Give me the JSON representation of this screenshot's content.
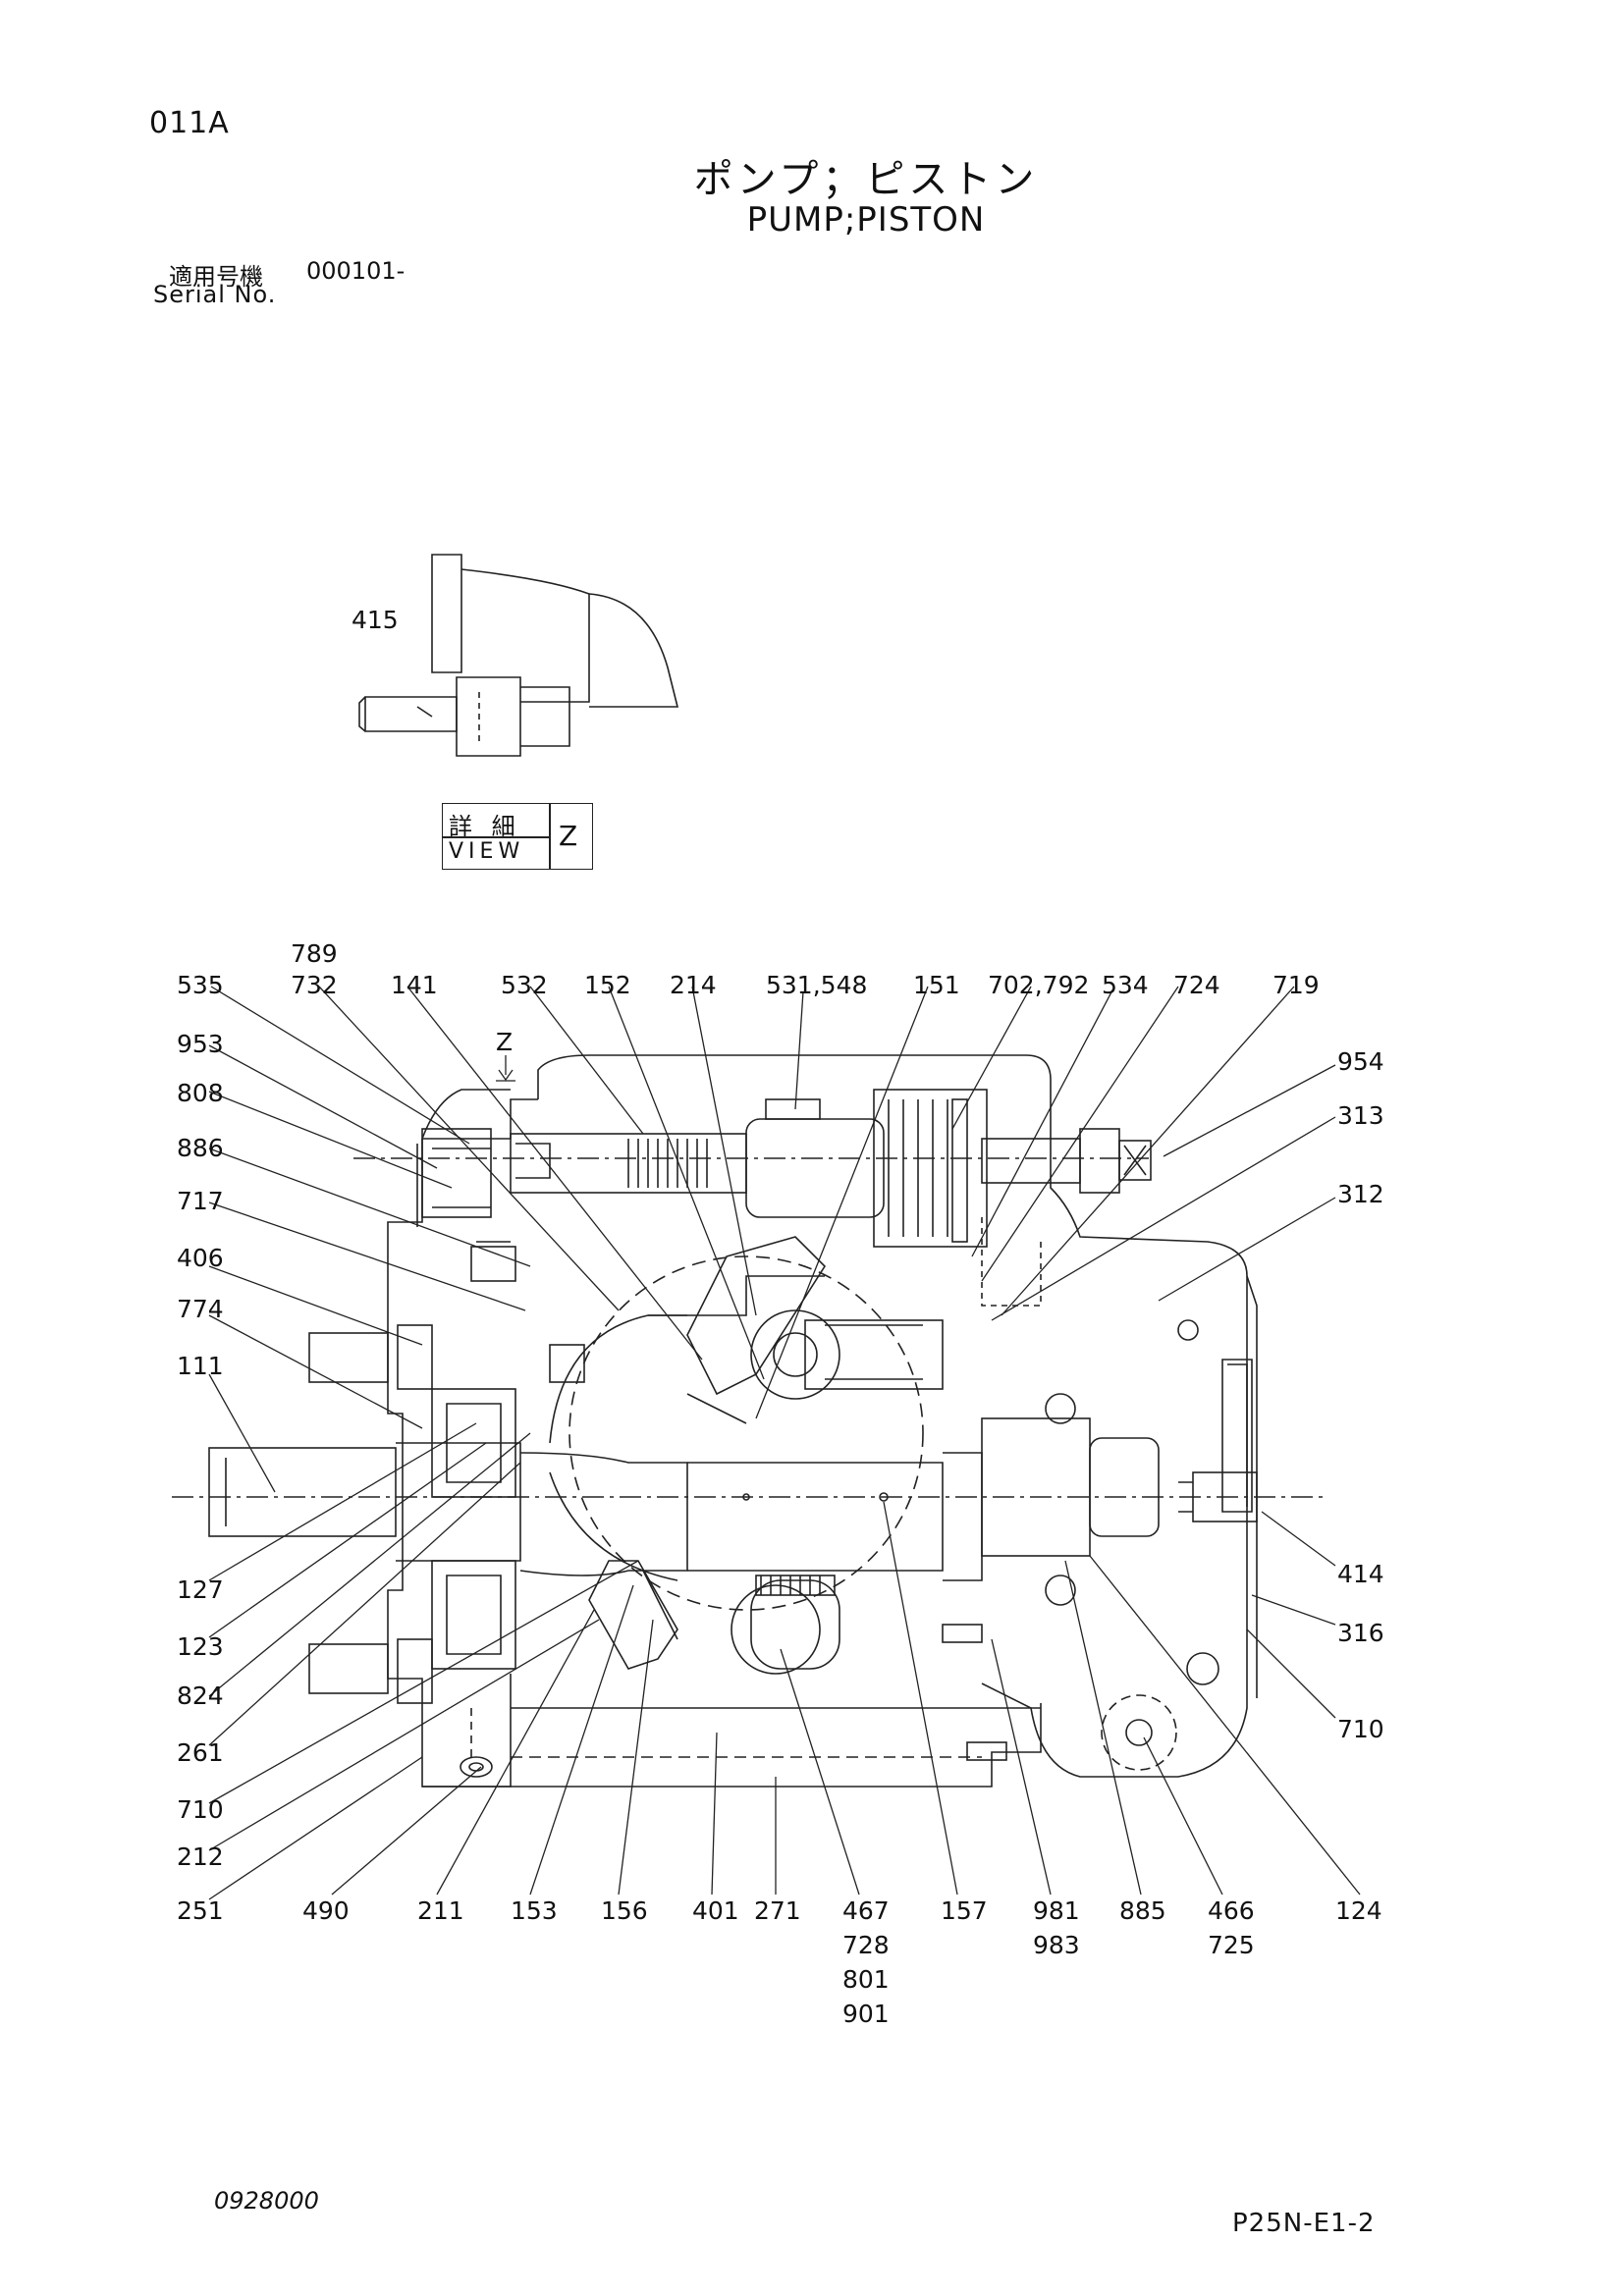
{
  "header": {
    "page_code": "011A",
    "title_jp": "ポンプ；ピストン",
    "title_en": "PUMP;PISTON",
    "serial_label_jp": "適用号機",
    "serial_value": "000101-",
    "serial_label_en": "Serial No."
  },
  "detail": {
    "part_label": "415",
    "view_jp": "詳 細",
    "view_en": "VIEW",
    "view_letter": "Z"
  },
  "diagram": {
    "z_marker": "Z",
    "top_callouts": [
      "789",
      "535",
      "732",
      "141",
      "532",
      "152",
      "214",
      "531,548",
      "151",
      "702,792",
      "534",
      "724",
      "719"
    ],
    "left_callouts": [
      "953",
      "808",
      "886",
      "717",
      "406",
      "774",
      "111",
      "127",
      "123",
      "824",
      "261",
      "710",
      "212",
      "251"
    ],
    "right_callouts": [
      "954",
      "313",
      "312",
      "414",
      "316",
      "710"
    ],
    "bottom_callouts": [
      "490",
      "211",
      "153",
      "156",
      "401",
      "271",
      "467",
      "728",
      "801",
      "901",
      "157",
      "981",
      "983",
      "885",
      "466",
      "725",
      "124"
    ]
  },
  "footer": {
    "drawing_number": "0928000",
    "page_ref": "P25N-E1-2"
  }
}
